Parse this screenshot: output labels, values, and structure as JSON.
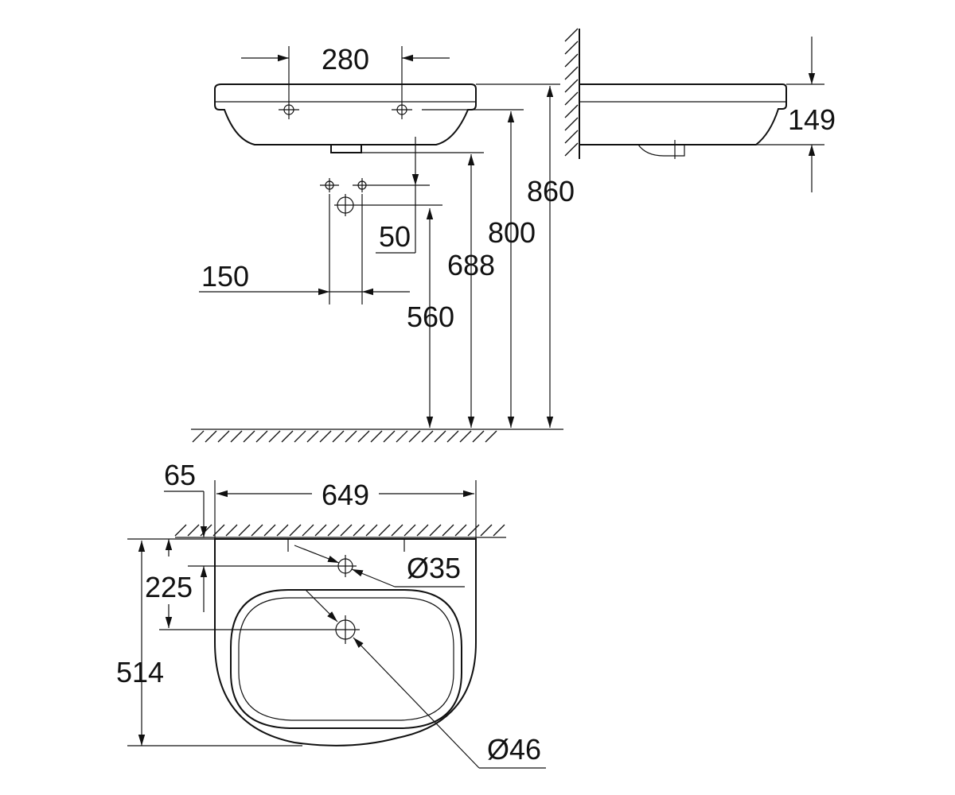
{
  "dimensions": {
    "faucet_hole_spacing": "280",
    "side_depth": "149",
    "top_height": "860",
    "mid_height": "800",
    "lower_height": "688",
    "supply_height": "560",
    "supply_offset": "50",
    "supply_spacing": "150",
    "wall_offset": "65",
    "basin_width": "649",
    "tap_hole_distance": "225",
    "basin_depth": "514",
    "tap_hole_diameter": "Ø35",
    "drain_diameter": "Ø46"
  },
  "colors": {
    "line": "#111111",
    "background": "#ffffff"
  }
}
